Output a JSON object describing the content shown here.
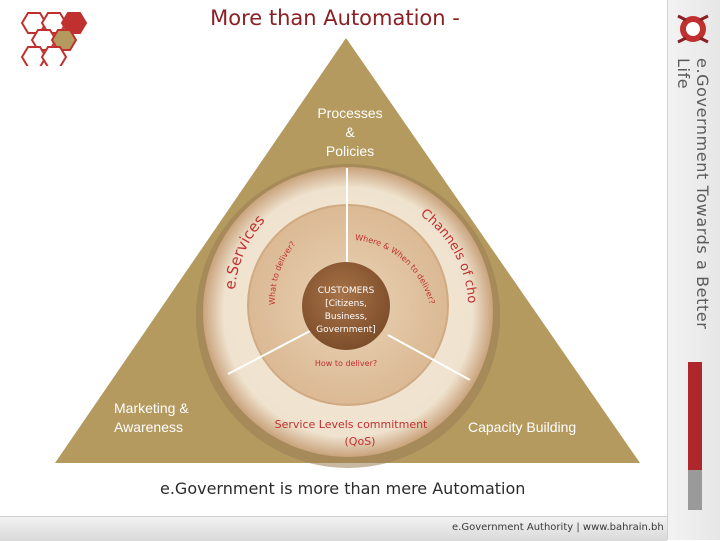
{
  "slide": {
    "title": "More than Automation -",
    "caption": "e.Government is more than mere Automation",
    "footer": "e.Government Authority | www.bahrain.bh",
    "vertical_tagline": "e.Government Towards a Better Life"
  },
  "triangle": {
    "top_vertex": [
      "Processes",
      "&",
      "Policies"
    ],
    "left_vertex": [
      "Marketing &",
      "Awareness"
    ],
    "right_vertex": "Capacity Building"
  },
  "ring_labels": {
    "eservices": "e.Services",
    "channels": "Channels of choice",
    "service_levels": "Service Levels commitment",
    "qos": "(QoS)"
  },
  "inner_questions": {
    "what": "What to deliver?",
    "where": "Where & When to deliver?",
    "how": "How to deliver?"
  },
  "core": {
    "lines": [
      "CUSTOMERS",
      "[Citizens,",
      "Business,",
      "Government]"
    ]
  },
  "colors": {
    "triangle": "#b49a5e",
    "ring_outer": "#efe2ce",
    "ring_inner": "#e1c4a2",
    "core": "#8a5a34",
    "accent_red": "#c0302f",
    "title": "#8a1f24"
  }
}
